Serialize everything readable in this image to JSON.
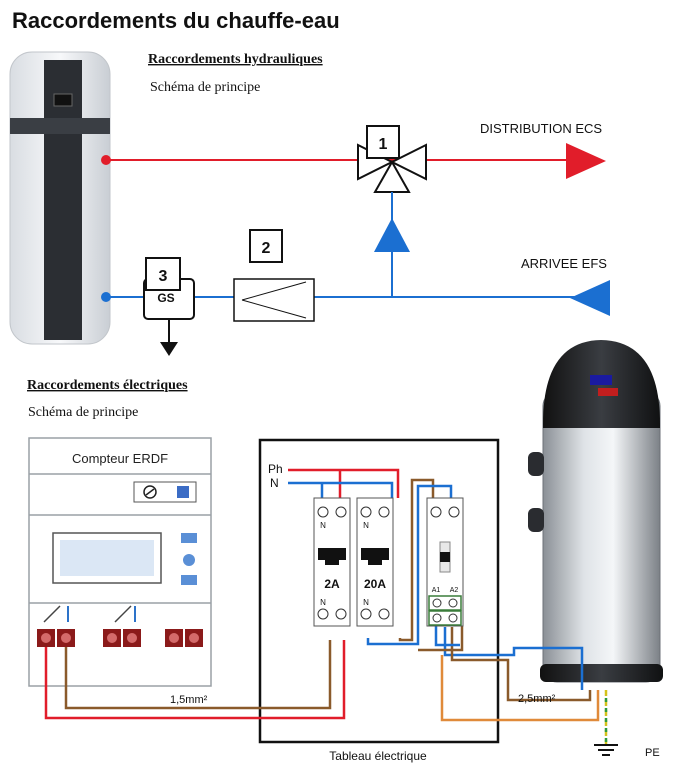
{
  "title": "Raccordements du chauffe-eau",
  "hydraulic": {
    "heading": "Raccordements hydrauliques",
    "subheading": "Schéma de principe",
    "labels": {
      "distribution": "DISTRIBUTION ECS",
      "arrivee": "ARRIVEE EFS",
      "gs": "GS"
    },
    "markers": [
      "1",
      "2",
      "3"
    ]
  },
  "electrical": {
    "heading": "Raccordements électriques",
    "subheading": "Schéma de principe",
    "meter_label": "Compteur ERDF",
    "panel_label": "Tableau électrique",
    "phase_label": "Ph",
    "neutral_label": "N",
    "breakers": [
      {
        "rating": "2A",
        "top": [
          "N",
          ""
        ],
        "bottom": [
          "N",
          ""
        ]
      },
      {
        "rating": "20A",
        "top": [
          "N",
          ""
        ],
        "bottom": [
          "N",
          ""
        ]
      },
      {
        "rating": "",
        "top": [
          "",
          ""
        ],
        "bottom": [
          "A1",
          "A2"
        ]
      }
    ],
    "cable_1": "1,5mm²",
    "cable_2": "2,5mm²",
    "earth_label": "PE"
  },
  "colors": {
    "hot": "#e11d2a",
    "cold": "#1b6fd1",
    "brown": "#8a5a2b",
    "orange": "#e08a3a",
    "earth": "#d4c21a",
    "terminal": "#8b1a1a"
  }
}
